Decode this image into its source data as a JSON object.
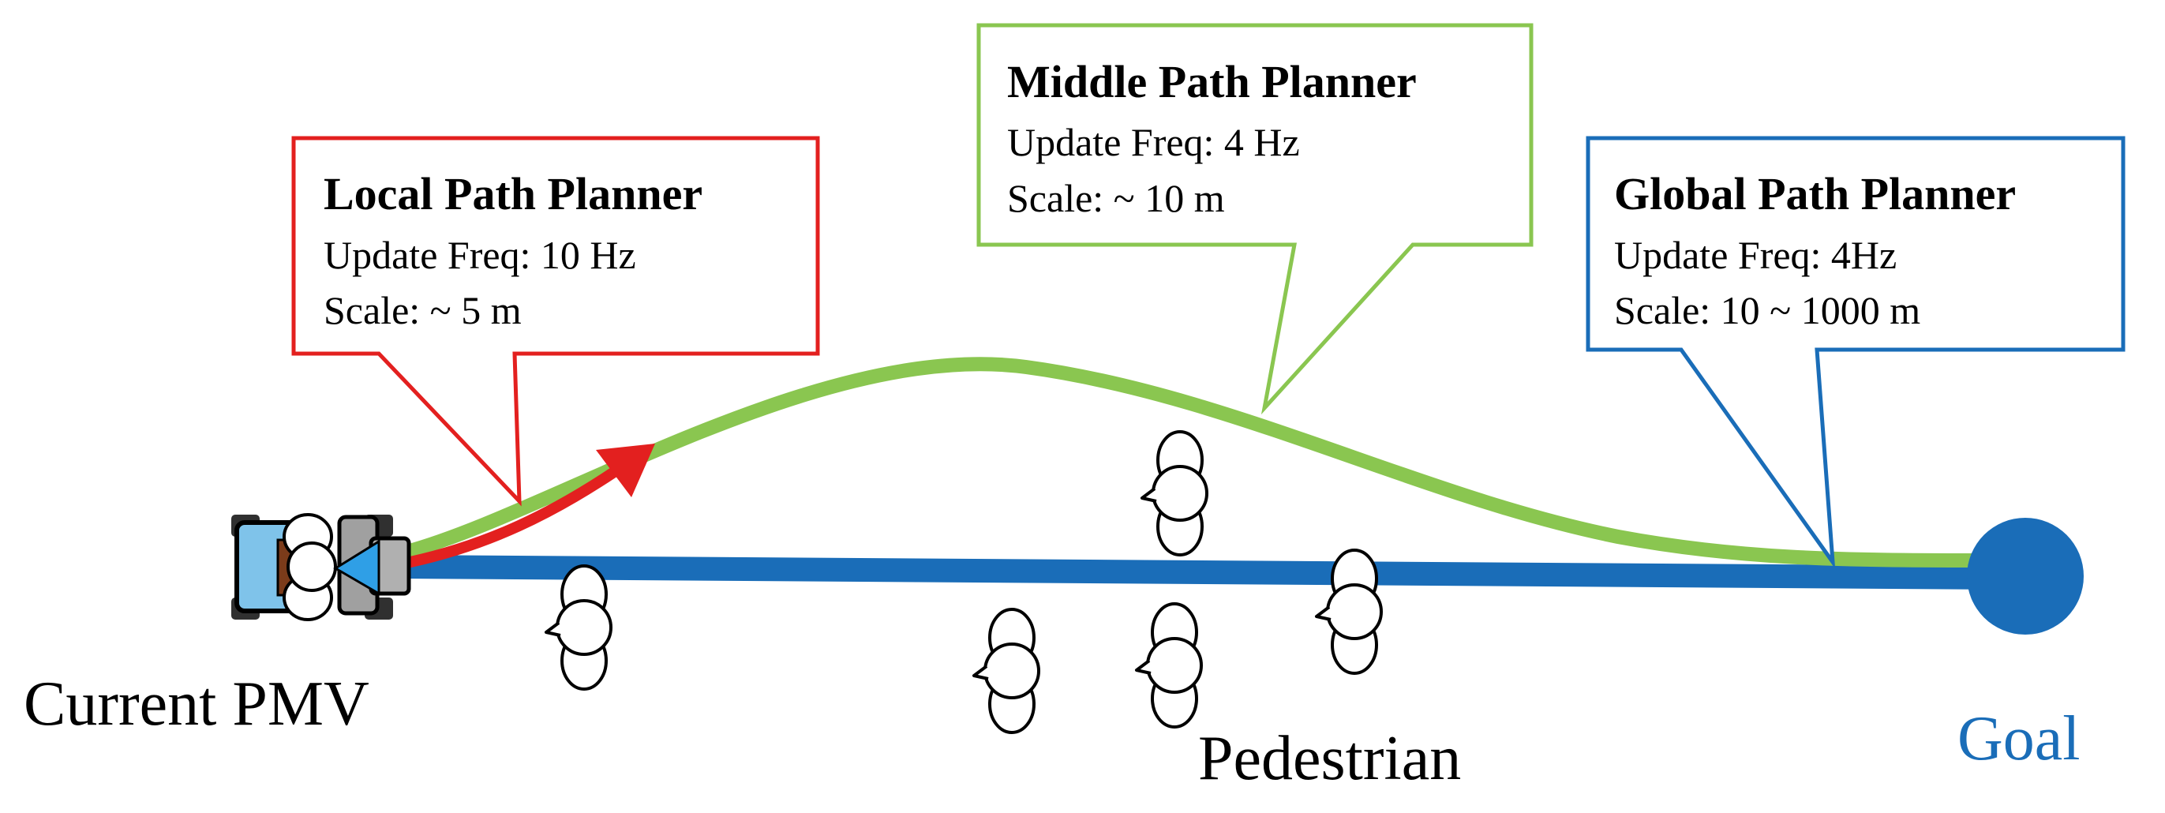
{
  "colors": {
    "local": "#e3201f",
    "middle": "#8ac650",
    "global": "#1a6db8",
    "ink": "#000000"
  },
  "callouts": {
    "local": {
      "title": "Local Path Planner",
      "freq": "Update Freq: 10 Hz",
      "scale": "Scale: ~ 5 m"
    },
    "middle": {
      "title": "Middle Path Planner",
      "freq": "Update Freq: 4 Hz",
      "scale": "Scale: ~ 10 m"
    },
    "global": {
      "title": "Global Path Planner",
      "freq": "Update Freq: 4Hz",
      "scale": "Scale: 10 ~ 1000 m"
    }
  },
  "labels": {
    "current": "Current PMV",
    "pedestrian": "Pedestrian",
    "goal": "Goal"
  },
  "icons": {
    "vehicle": "pmv-vehicle-icon",
    "pedestrian": "pedestrian-icon",
    "goal": "goal-marker"
  }
}
